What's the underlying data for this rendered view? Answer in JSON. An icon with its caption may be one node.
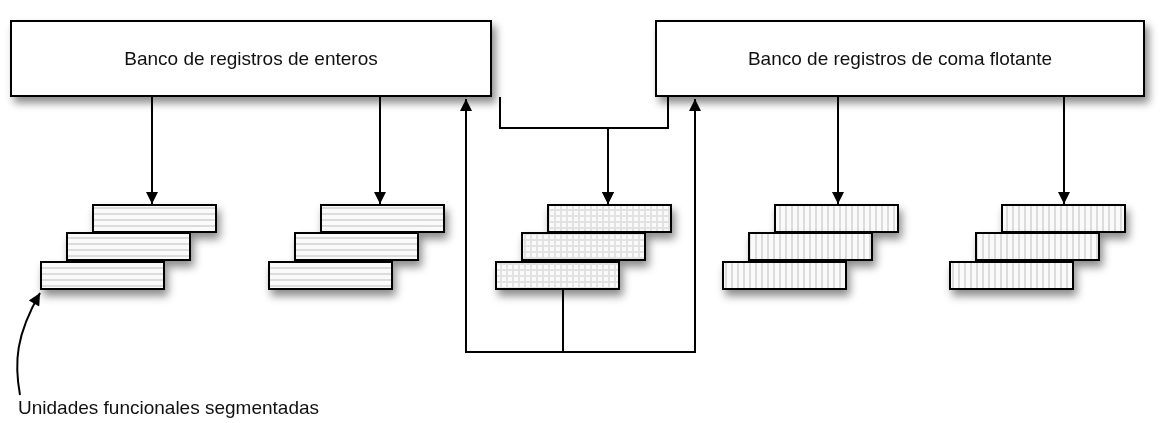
{
  "diagram": {
    "nodes": [
      {
        "text": [
          "Banco de registros de enteros"
        ]
      },
      {
        "text": [
          "Banco de registros de coma flotante"
        ]
      },
      {
        "text": [],
        "shape": "box"
      },
      {
        "text": [],
        "shape": "box"
      },
      {
        "text": [],
        "shape": "box"
      },
      {
        "text": [],
        "shape": "box"
      },
      {
        "text": [],
        "shape": "box"
      },
      {
        "text": [
          "Unidades funcionales segmentadas"
        ]
      }
    ],
    "edges": [
      {
        "from": 0,
        "to": 2,
        "arrow": "to"
      },
      {
        "from": 0,
        "to": 3,
        "arrow": "to"
      },
      {
        "from": 0,
        "to": 4,
        "arrow": "to"
      },
      {
        "from": 1,
        "to": 4,
        "arrow": "to"
      },
      {
        "from": 1,
        "to": 5,
        "arrow": "to"
      },
      {
        "from": 1,
        "to": 6,
        "arrow": "to"
      },
      {
        "from": 4,
        "to": 0,
        "arrow": "to"
      },
      {
        "from": 4,
        "to": 1,
        "arrow": "to"
      },
      {
        "from": 7,
        "to": 2,
        "arrow": "to"
      }
    ]
  }
}
